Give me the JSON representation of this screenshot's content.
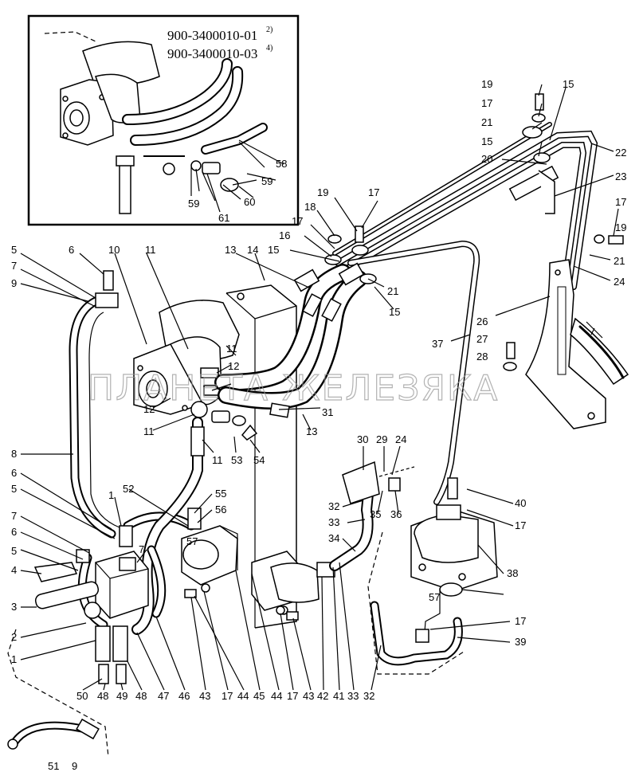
{
  "inset": {
    "code_1": "900-3400010-01",
    "code_1_note": "2)",
    "code_2": "900-3400010-03",
    "code_2_note": "4)"
  },
  "watermark": "ПЛАНЕТА ЖЕЛЕЗЯКА",
  "callouts": {
    "c58": "58",
    "c59a": "59",
    "c59b": "59",
    "c60": "60",
    "c61": "61",
    "c19a": "19",
    "c15a": "15",
    "c17a": "17",
    "c21a": "21",
    "c15b": "15",
    "c20": "20",
    "c22": "22",
    "c23": "23",
    "c17b": "17",
    "c19b": "19",
    "c21b": "21",
    "c24a": "24",
    "c19c": "19",
    "c17c": "17",
    "c18": "18",
    "c17d": "17",
    "c16": "16",
    "c15c": "15",
    "c21c": "21",
    "c15d": "15",
    "c13a": "13",
    "c14": "14",
    "c5a": "5",
    "c6a": "6",
    "c10": "10",
    "c11a": "11",
    "c7a": "7",
    "c9a": "9",
    "c26": "26",
    "c37": "37",
    "c27": "27",
    "c28": "28",
    "c11b": "11",
    "c12a": "12",
    "c12b": "12",
    "c11c": "11",
    "c31": "31",
    "c13b": "13",
    "c8": "8",
    "c11d": "11",
    "c53": "53",
    "c54": "54",
    "c30": "30",
    "c29": "29",
    "c24b": "24",
    "c6b": "6",
    "c5b": "5",
    "c52": "52",
    "c1a": "1",
    "c55": "55",
    "c56": "56",
    "c40": "40",
    "c7b": "7",
    "c6c": "6",
    "c32a": "32",
    "c35": "35",
    "c36": "36",
    "c17e": "17",
    "c57a": "57",
    "c7c": "7",
    "c5c": "5",
    "c33a": "33",
    "c4": "4",
    "c34": "34",
    "c38": "38",
    "c3": "3",
    "c57b": "57",
    "c2": "2",
    "c1b": "1",
    "c17f": "17",
    "c39": "39",
    "c50": "50",
    "c48a": "48",
    "c49": "49",
    "c48b": "48",
    "c47": "47",
    "c46": "46",
    "c43a": "43",
    "c17g": "17",
    "c44a": "44",
    "c45": "45",
    "c44b": "44",
    "c17h": "17",
    "c43b": "43",
    "c42": "42",
    "c41": "41",
    "c33b": "33",
    "c32b": "32",
    "c51": "51",
    "c9b": "9"
  }
}
